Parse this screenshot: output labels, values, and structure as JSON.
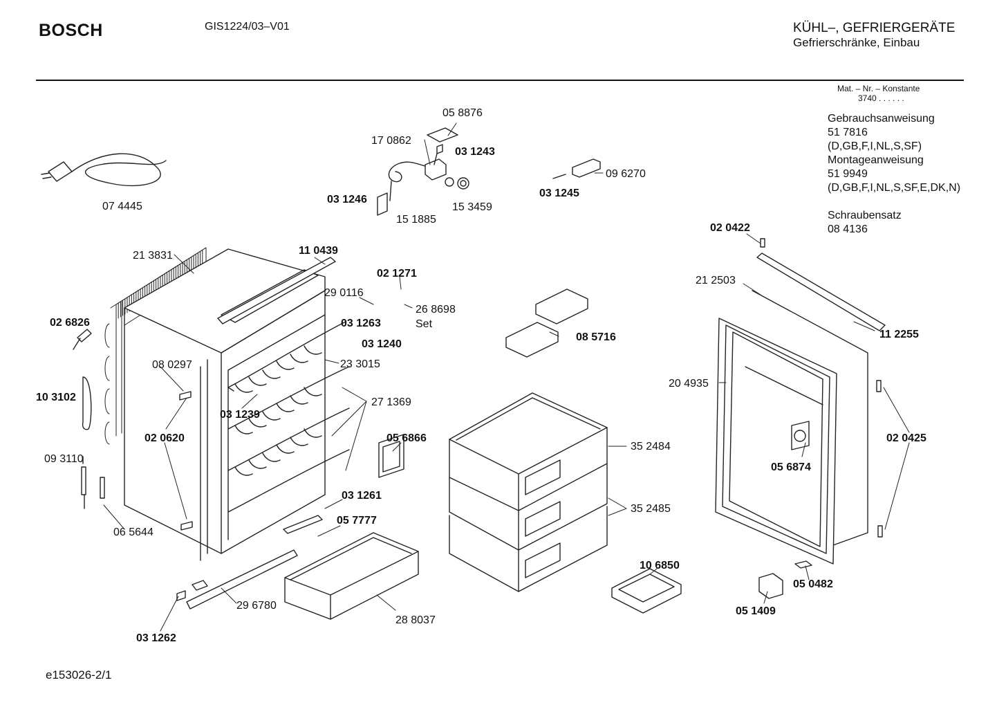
{
  "header": {
    "brand": "BOSCH",
    "model": "GIS1224/03–V01",
    "category_line1": "KÜHL–, GEFRIERGERÄTE",
    "category_line2": "Gefrierschränke, Einbau"
  },
  "mat_nr": {
    "label": "Mat. – Nr. – Konstante",
    "value": "3740 . .  .  .  .  ."
  },
  "info": {
    "lines": [
      "Gebrauchsanweisung",
      "51 7816",
      "(D,GB,F,I,NL,S,SF)",
      "Montageanweisung",
      "51 9949",
      "(D,GB,F,I,NL,S,SF,E,DK,N)",
      "",
      "Schraubensatz",
      "08 4136"
    ]
  },
  "footer": {
    "code": "e153026-2/1"
  },
  "parts": [
    {
      "id": "p058876",
      "text": "05 8876",
      "bold": false
    },
    {
      "id": "p170862",
      "text": "17 0862",
      "bold": false
    },
    {
      "id": "p031243",
      "text": "03 1243",
      "bold": true
    },
    {
      "id": "p096270",
      "text": "09 6270",
      "bold": false
    },
    {
      "id": "p031245",
      "text": "03 1245",
      "bold": true
    },
    {
      "id": "p031246",
      "text": "03 1246",
      "bold": true
    },
    {
      "id": "p153459",
      "text": "15 3459",
      "bold": false
    },
    {
      "id": "p151885",
      "text": "15 1885",
      "bold": false
    },
    {
      "id": "p074445",
      "text": "07 4445",
      "bold": false
    },
    {
      "id": "p213831",
      "text": "21 3831",
      "bold": false
    },
    {
      "id": "p110439",
      "text": "11 0439",
      "bold": true
    },
    {
      "id": "p021271",
      "text": "02 1271",
      "bold": true
    },
    {
      "id": "p290116",
      "text": "29 0116",
      "bold": false
    },
    {
      "id": "p268698",
      "text": "26 8698",
      "bold": false
    },
    {
      "id": "pset",
      "text": "Set",
      "bold": false
    },
    {
      "id": "p031263",
      "text": "03 1263",
      "bold": true
    },
    {
      "id": "p031240",
      "text": "03 1240",
      "bold": true
    },
    {
      "id": "p026826",
      "text": "02 6826",
      "bold": true
    },
    {
      "id": "p080297",
      "text": "08 0297",
      "bold": false
    },
    {
      "id": "p233015",
      "text": "23 3015",
      "bold": false
    },
    {
      "id": "p103102",
      "text": "10 3102",
      "bold": true
    },
    {
      "id": "p271369",
      "text": "27 1369",
      "bold": false
    },
    {
      "id": "p031239",
      "text": "03 1239",
      "bold": true
    },
    {
      "id": "p020620",
      "text": "02 0620",
      "bold": true
    },
    {
      "id": "p056866",
      "text": "05 6866",
      "bold": true
    },
    {
      "id": "p093110",
      "text": "09 3110",
      "bold": false
    },
    {
      "id": "p031261",
      "text": "03 1261",
      "bold": true
    },
    {
      "id": "p057777",
      "text": "05 7777",
      "bold": true
    },
    {
      "id": "p065644",
      "text": "06 5644",
      "bold": false
    },
    {
      "id": "p296780",
      "text": "29 6780",
      "bold": false
    },
    {
      "id": "p288037",
      "text": "28 8037",
      "bold": false
    },
    {
      "id": "p031262",
      "text": "03 1262",
      "bold": true
    },
    {
      "id": "p085716",
      "text": "08 5716",
      "bold": true
    },
    {
      "id": "p352484",
      "text": "35 2484",
      "bold": false
    },
    {
      "id": "p352485",
      "text": "35 2485",
      "bold": false
    },
    {
      "id": "p106850",
      "text": "10 6850",
      "bold": true
    },
    {
      "id": "p020422",
      "text": "02 0422",
      "bold": true
    },
    {
      "id": "p212503",
      "text": "21 2503",
      "bold": false
    },
    {
      "id": "p112255",
      "text": "11 2255",
      "bold": true
    },
    {
      "id": "p204935",
      "text": "20 4935",
      "bold": false
    },
    {
      "id": "p020425",
      "text": "02 0425",
      "bold": true
    },
    {
      "id": "p056874",
      "text": "05 6874",
      "bold": true
    },
    {
      "id": "p050482",
      "text": "05 0482",
      "bold": true
    },
    {
      "id": "p051409",
      "text": "05 1409",
      "bold": true
    }
  ]
}
